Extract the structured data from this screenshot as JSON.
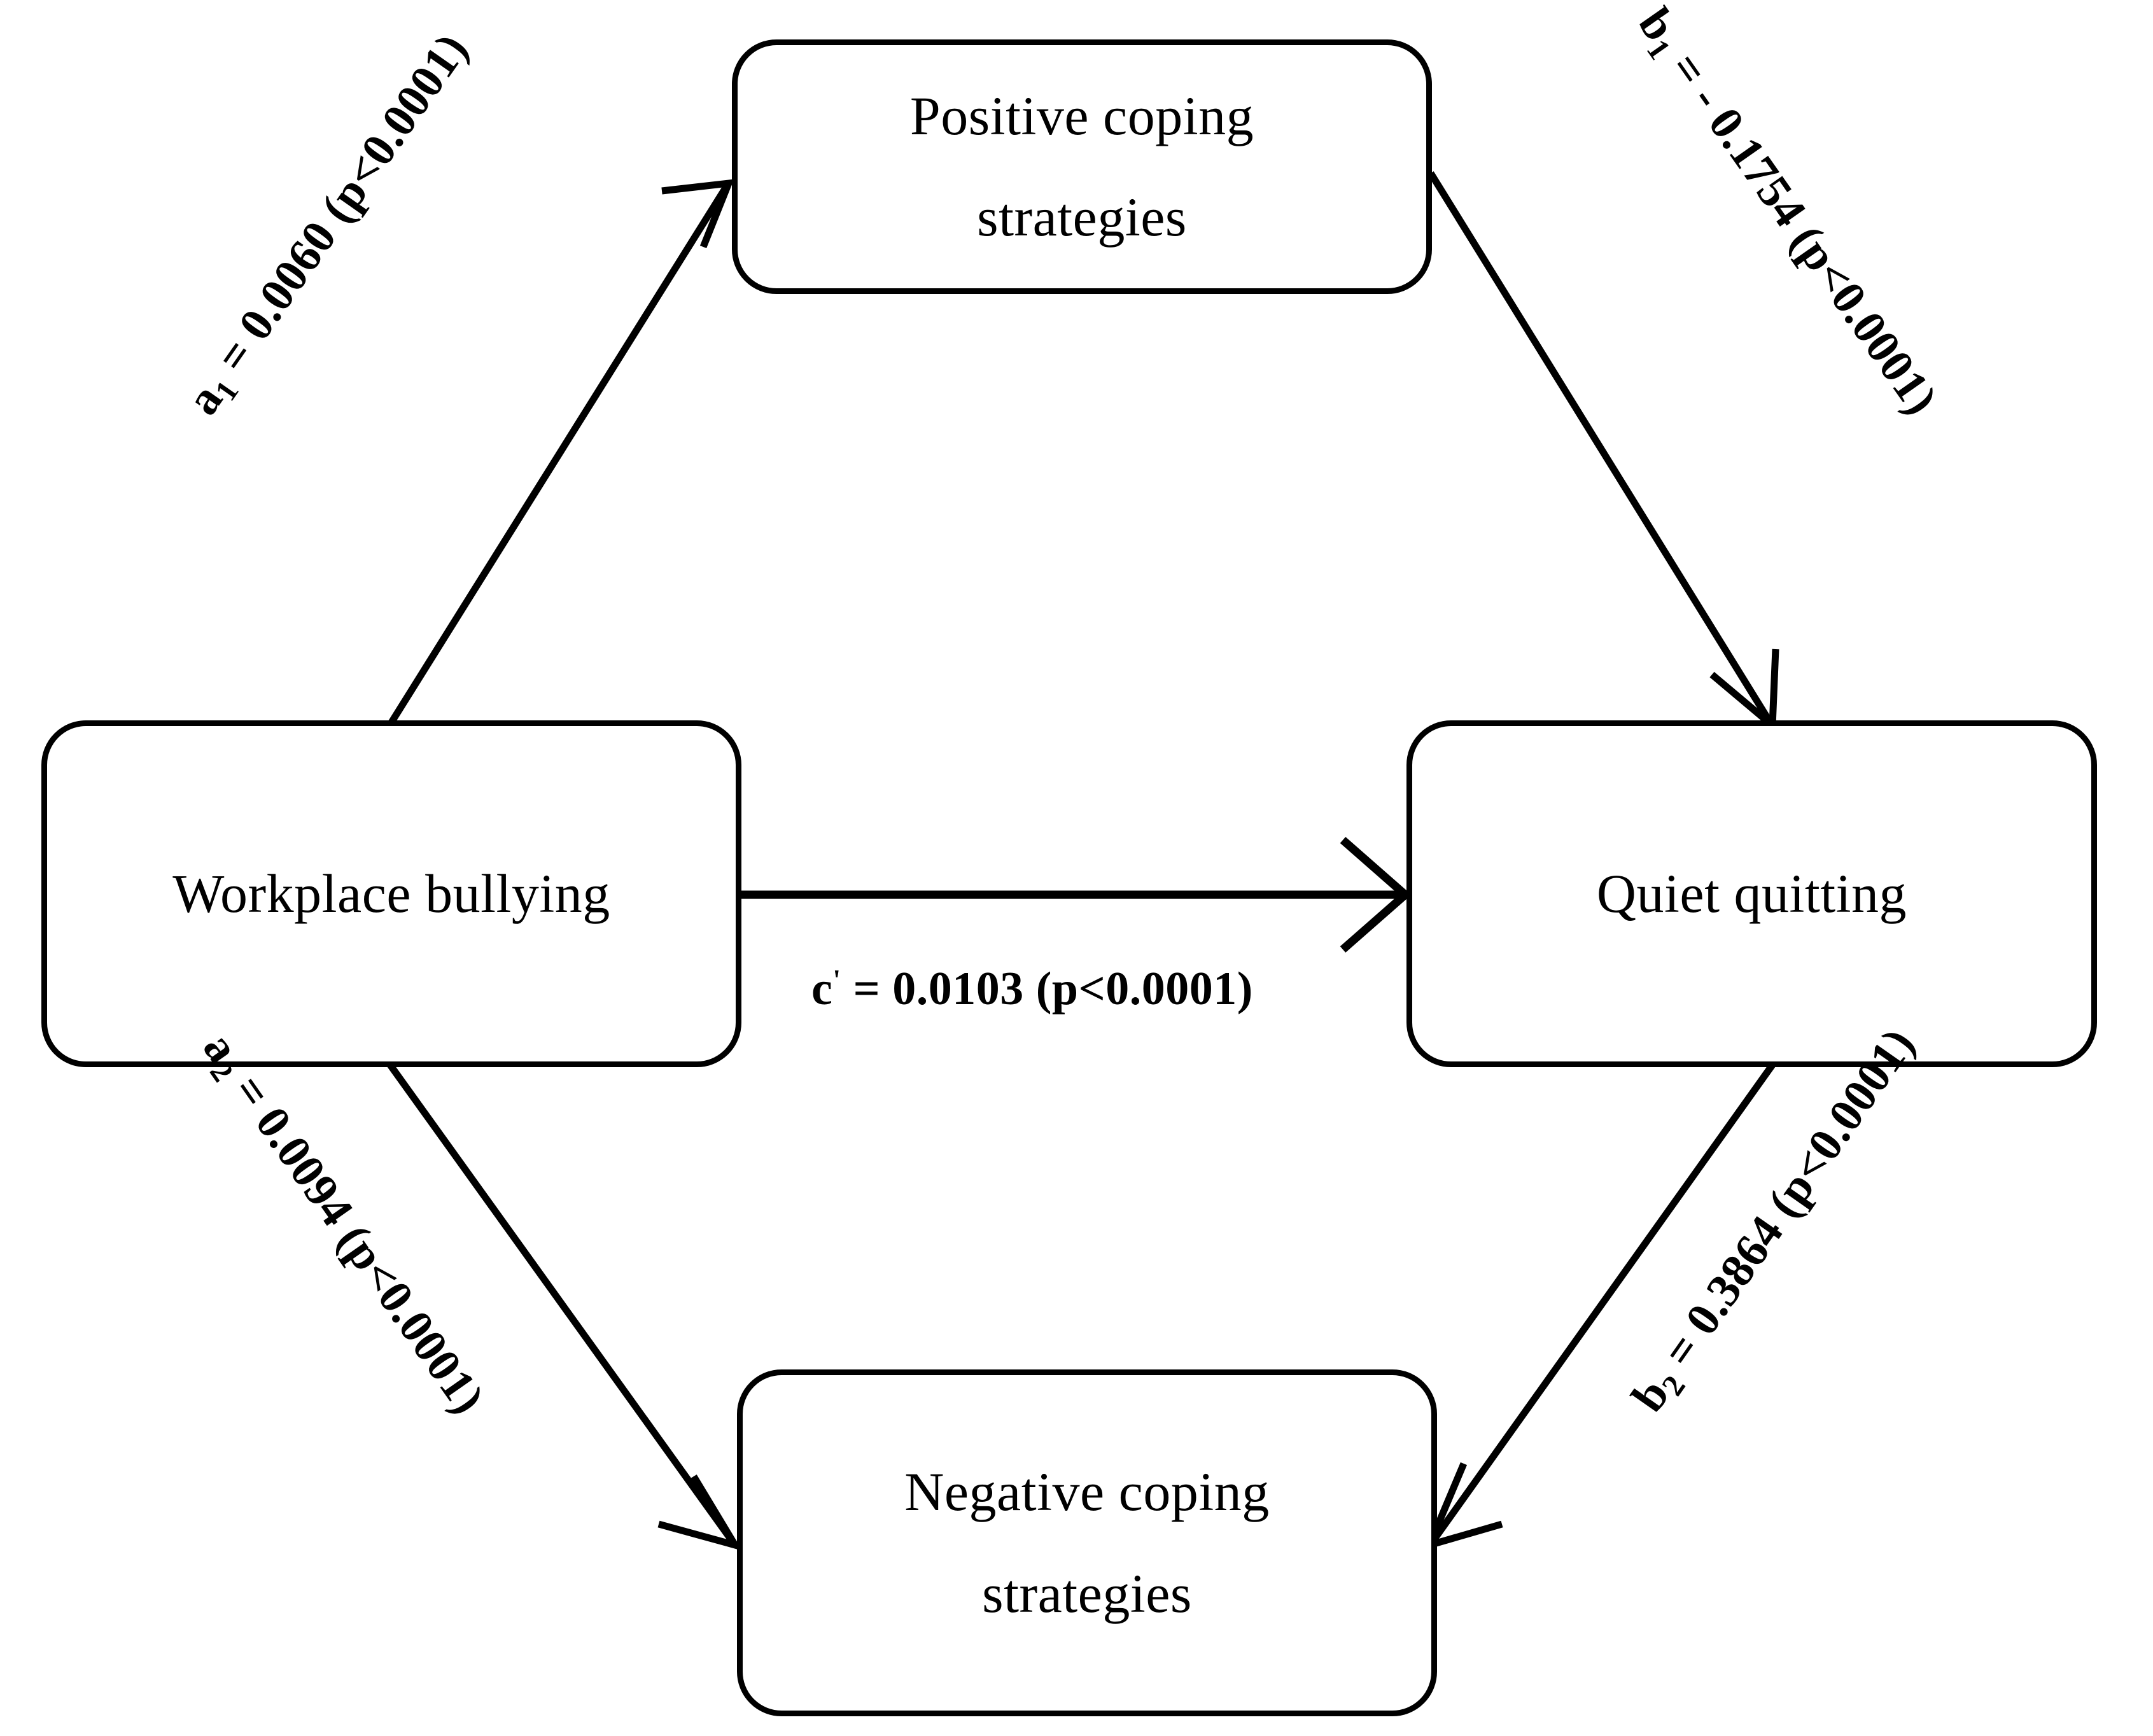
{
  "diagram": {
    "type": "parallel-mediation-model",
    "background_color": "#ffffff",
    "stroke_color": "#000000",
    "nodes": [
      {
        "id": "positive_coping",
        "lines": [
          "Positive coping",
          "strategies"
        ],
        "position": "top-center"
      },
      {
        "id": "workplace_bullying",
        "lines": [
          "Workplace bullying"
        ],
        "position": "middle-left"
      },
      {
        "id": "quiet_quitting",
        "lines": [
          "Quiet quitting"
        ],
        "position": "middle-right"
      },
      {
        "id": "negative_coping",
        "lines": [
          "Negative coping",
          "strategies"
        ],
        "position": "bottom-center"
      }
    ],
    "edges": [
      {
        "id": "a1",
        "from": "workplace_bullying",
        "to": "positive_coping",
        "coefficient_symbol": "a",
        "coefficient_subscript": "1",
        "coefficient_value": "0.0060",
        "sign": "",
        "p_value": "(p<0.0001)",
        "label_prefix": "a",
        "label_rest": " = 0.0060 (p<0.0001)",
        "rotation_deg": -55
      },
      {
        "id": "b1",
        "from": "positive_coping",
        "to": "quiet_quitting",
        "coefficient_symbol": "b",
        "coefficient_subscript": "1",
        "coefficient_value": "0.1754",
        "sign": "-",
        "p_value": "(p<0.0001)",
        "label_prefix": "b",
        "label_rest": " = - 0.1754 (p<0.0001)",
        "rotation_deg": 55
      },
      {
        "id": "c_prime",
        "from": "workplace_bullying",
        "to": "quiet_quitting",
        "coefficient_symbol": "c",
        "coefficient_prime": "'",
        "coefficient_value": "0.0103",
        "sign": "",
        "p_value": "(p<0.0001)",
        "label_prefix": "c",
        "label_rest": " = 0.0103 (p<0.0001)",
        "rotation_deg": 0
      },
      {
        "id": "a2",
        "from": "workplace_bullying",
        "to": "negative_coping",
        "coefficient_symbol": "a",
        "coefficient_subscript": "2",
        "coefficient_value": "0.0094",
        "sign": "",
        "p_value": "(p<0.0001)",
        "label_prefix": "a",
        "label_rest": " = 0.0094 (p<0.0001)",
        "rotation_deg": 55
      },
      {
        "id": "b2",
        "from": "negative_coping",
        "to": "quiet_quitting",
        "coefficient_symbol": "b",
        "coefficient_subscript": "2",
        "coefficient_value": "0.3864",
        "sign": "",
        "p_value": "(p<0.0001)",
        "label_prefix": "b",
        "label_rest": " = 0.3864 (p<0.0001)",
        "rotation_deg": -55
      }
    ]
  }
}
